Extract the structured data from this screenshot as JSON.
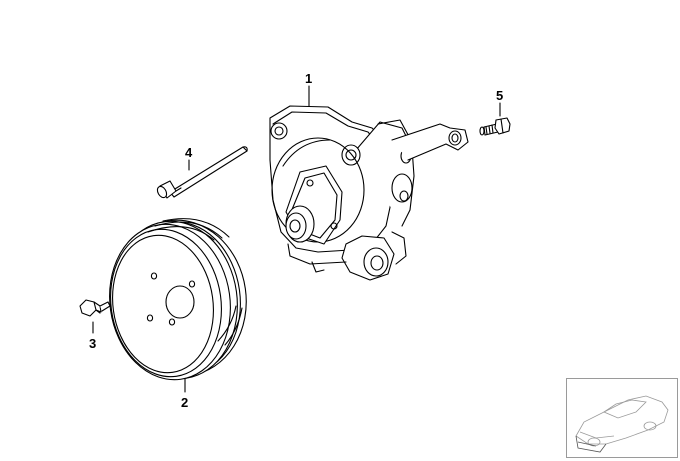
{
  "diagram": {
    "callouts": {
      "pump": "1",
      "pulley": "2",
      "pulley_bolt": "3",
      "long_bolt": "4",
      "bracket_bolt": "5"
    },
    "thumbnail_icon": "car-silhouette-icon"
  }
}
